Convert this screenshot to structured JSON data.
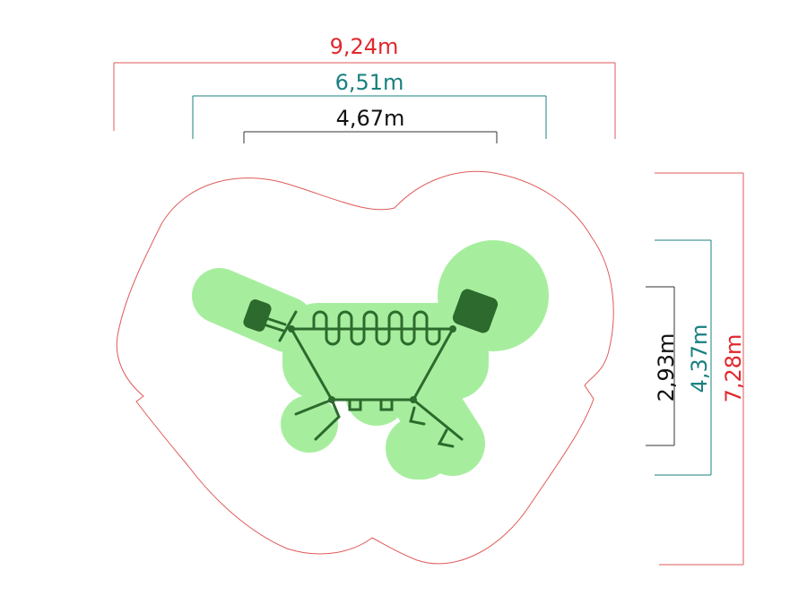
{
  "dimensions": {
    "width_total": "9,24m",
    "width_safety": "6,51m",
    "width_equipment": "4,67m",
    "depth_total": "7,28m",
    "depth_safety": "4,37m",
    "depth_equipment": "2,93m"
  },
  "colors": {
    "total": "#e0282e",
    "safety": "#1a8080",
    "equipment": "#111111",
    "outline": "#e05a5a",
    "zone_fill": "#a6ee9e",
    "equipment_line": "#2d6a2d"
  }
}
